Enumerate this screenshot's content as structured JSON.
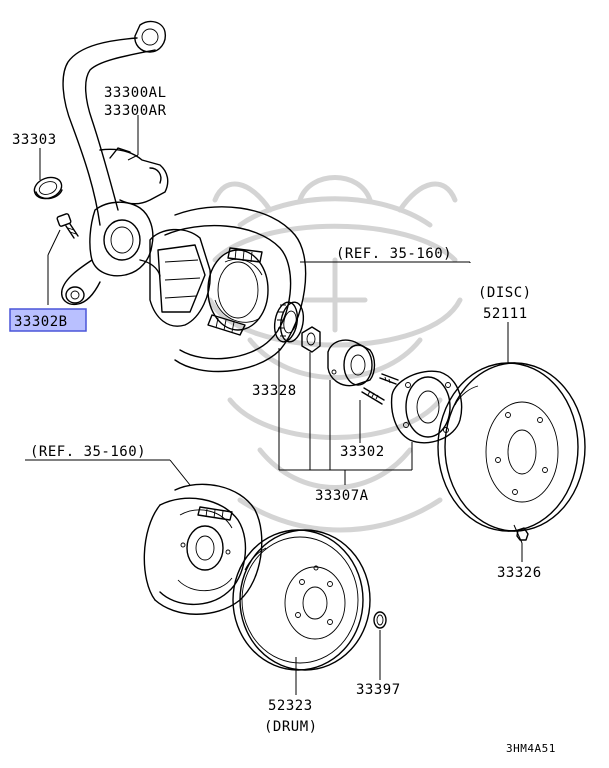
{
  "labels": {
    "knuckle": [
      "33300AL",
      "33300AR"
    ],
    "cover": "33303",
    "bolt_highlighted": "33302B",
    "ref_upper": "(REF. 35-160)",
    "ref_lower": "(REF. 35-160)",
    "disc_type": "(DISC)",
    "disc_part": "52111",
    "bearing": "33328",
    "stud": "33302",
    "hub_set": "33307A",
    "disc_screw": "33326",
    "drum_part": "52323",
    "drum_type": "(DRUM)",
    "oring": "33397",
    "diagram_code": "3HM4A51"
  },
  "colors": {
    "highlight_fill": "#b9c0ff",
    "highlight_border": "#4a55d8",
    "watermark": "#d4d4d4",
    "line": "#000000"
  }
}
